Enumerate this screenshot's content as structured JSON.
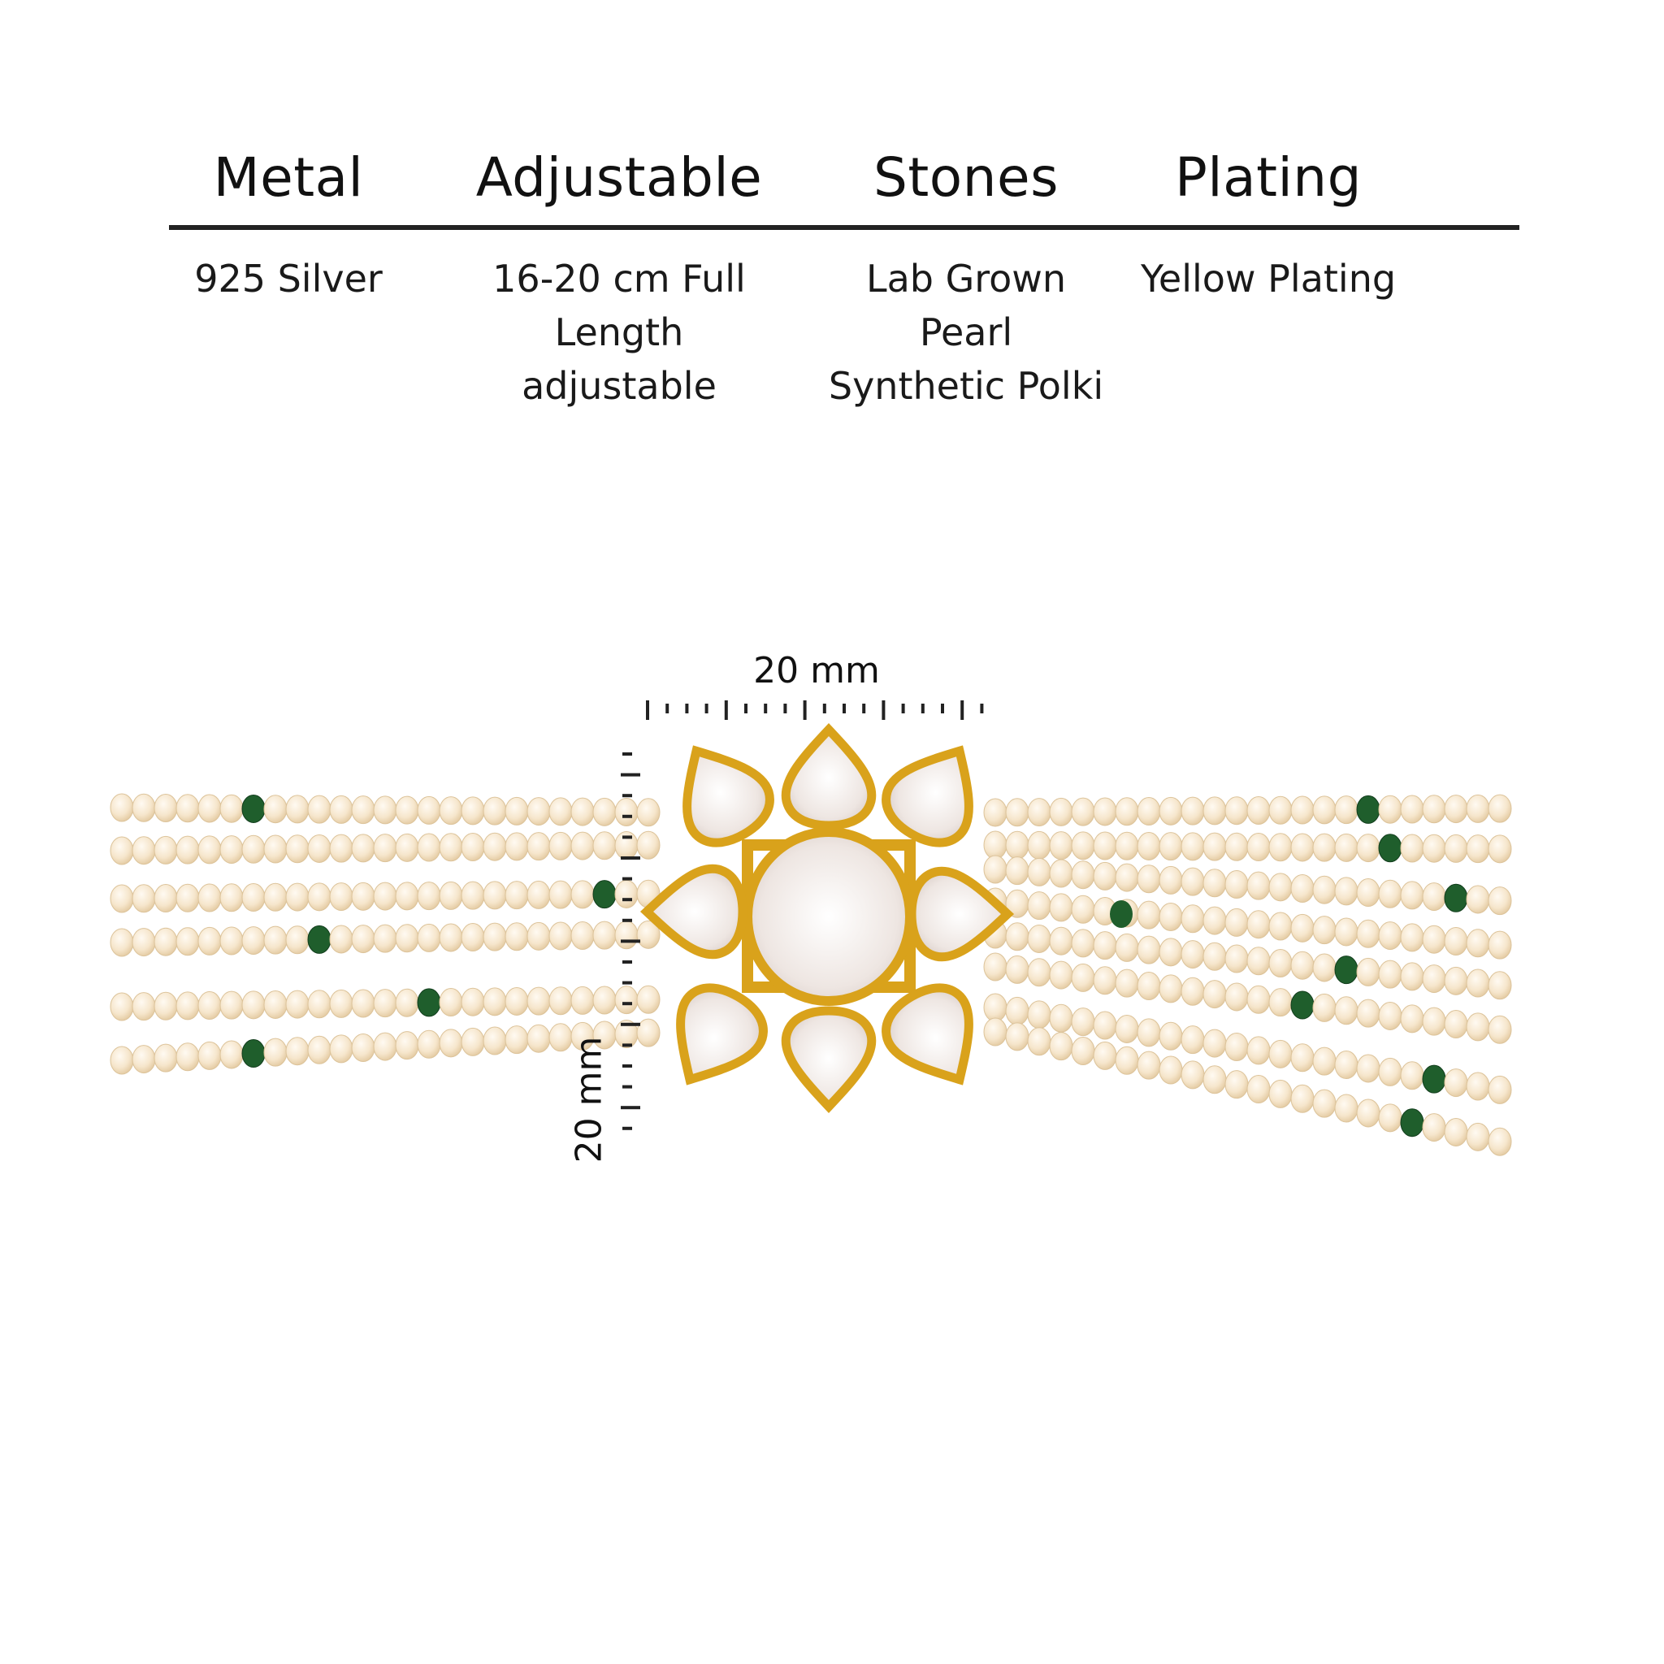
{
  "specs": [
    {
      "header": "Metal",
      "lines": [
        "925 Silver"
      ]
    },
    {
      "header": "Adjustable",
      "lines": [
        "16-20 cm Full",
        "Length",
        "adjustable"
      ]
    },
    {
      "header": "Stones",
      "lines": [
        "Lab Grown",
        "Pearl",
        "Synthetic Polki"
      ]
    },
    {
      "header": "Plating",
      "lines": [
        "Yellow Plating"
      ]
    }
  ],
  "dimensions": {
    "width_label": "20 mm",
    "height_label": "20 mm"
  },
  "colors": {
    "pearl": "#f6e6cc",
    "gold": "#d9a21b",
    "emerald": "#1f5e2c",
    "stone": "#efe8e4"
  }
}
